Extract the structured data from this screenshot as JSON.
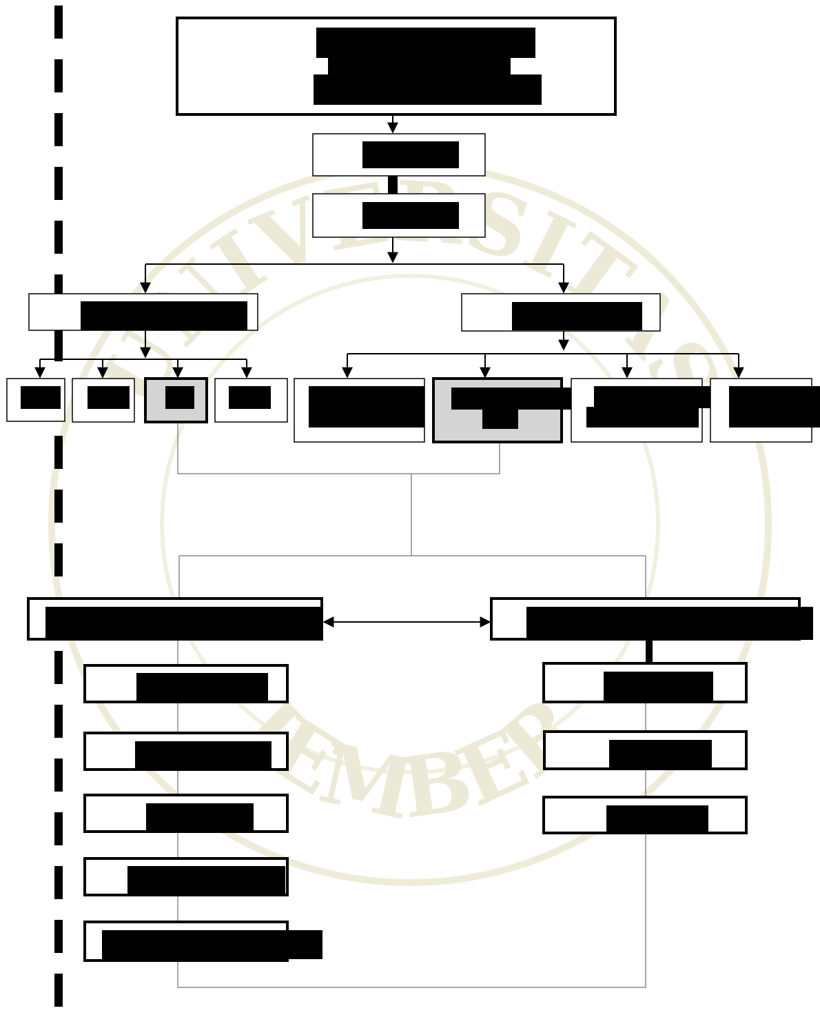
{
  "watermark": {
    "text_top": "UNIVERSITAS",
    "text_bottom": "JEMBER",
    "color": "#e8e6d4"
  },
  "colors": {
    "line": "#000000",
    "thin_line": "#8a8a8a",
    "redaction": "#000000",
    "shaded_box": "#d4d4d4",
    "background": "#ffffff"
  },
  "diagram": {
    "nodes": [
      {
        "id": "root"
      },
      {
        "id": "level-2"
      },
      {
        "id": "level-3"
      },
      {
        "id": "branch-left"
      },
      {
        "id": "branch-right"
      },
      {
        "id": "left-child-1"
      },
      {
        "id": "left-child-2"
      },
      {
        "id": "left-child-3",
        "highlighted": true
      },
      {
        "id": "left-child-4"
      },
      {
        "id": "right-child-1"
      },
      {
        "id": "right-child-2",
        "highlighted": true
      },
      {
        "id": "right-child-3"
      },
      {
        "id": "right-child-4"
      },
      {
        "id": "group-left"
      },
      {
        "id": "group-right"
      },
      {
        "id": "group-left-item-1"
      },
      {
        "id": "group-left-item-2"
      },
      {
        "id": "group-left-item-3"
      },
      {
        "id": "group-left-item-4"
      },
      {
        "id": "group-left-item-5"
      },
      {
        "id": "group-right-item-1"
      },
      {
        "id": "group-right-item-2"
      },
      {
        "id": "group-right-item-3"
      }
    ],
    "note": ""
  }
}
